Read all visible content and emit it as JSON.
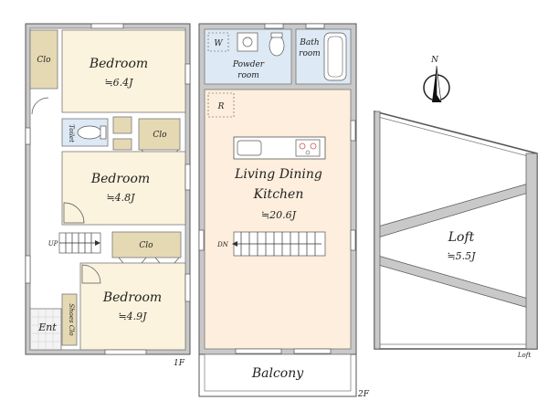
{
  "floors": {
    "first": {
      "label": "1F",
      "rooms": {
        "bedroom_top": {
          "name": "Bedroom",
          "size": "≒6.4J"
        },
        "bedroom_mid": {
          "name": "Bedroom",
          "size": "≒4.8J"
        },
        "bedroom_bot": {
          "name": "Bedroom",
          "size": "≒4.9J"
        },
        "closet_top": "Clo",
        "closet_mid": "Clo",
        "closet_bot": "Clo",
        "toilet": "Toilet",
        "entrance": "Ent",
        "shoes_closet": "Shoes Clo",
        "stairs": "UP"
      }
    },
    "second": {
      "label": "2F",
      "rooms": {
        "washer": "W",
        "powder_room": {
          "line1": "Powder",
          "line2": "room"
        },
        "bathroom": {
          "line1": "Bath",
          "line2": "room"
        },
        "refrigerator": "R",
        "ldk": {
          "line1": "Living Dining",
          "line2": "Kitchen",
          "size": "≒20.6J"
        },
        "stairs": "DN",
        "balcony": "Balcony"
      }
    },
    "loft": {
      "label": "Loft",
      "room": {
        "name": "Loft",
        "size": "≒5.5J"
      }
    }
  },
  "compass": {
    "north": "N"
  }
}
